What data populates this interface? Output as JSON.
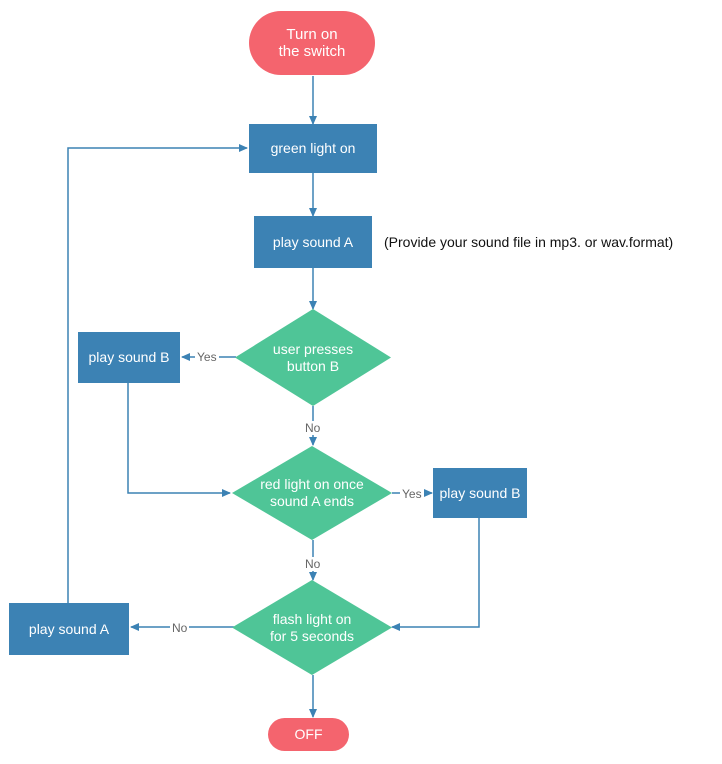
{
  "nodes": {
    "start": "Turn on\nthe switch",
    "green_light": "green light on",
    "play_a_top": "play sound A",
    "user_presses": "user presses\nbutton B",
    "play_b_left": "play sound B",
    "red_light": "red light on once\nsound A ends",
    "play_b_right": "play sound B",
    "flash_light": "flash light on\nfor 5 seconds",
    "play_a_bottom": "play sound A",
    "end": "OFF"
  },
  "note": "(Provide your sound file in mp3. or wav.format)",
  "labels": {
    "yes_left": "Yes",
    "no_mid": "No",
    "yes_right": "Yes",
    "no_lower": "No",
    "no_left": "No"
  },
  "colors": {
    "process": "#3c82b4",
    "decision": "#4fc597",
    "terminal": "#f4646e",
    "edge": "#3c82b4",
    "label": "#666666"
  }
}
